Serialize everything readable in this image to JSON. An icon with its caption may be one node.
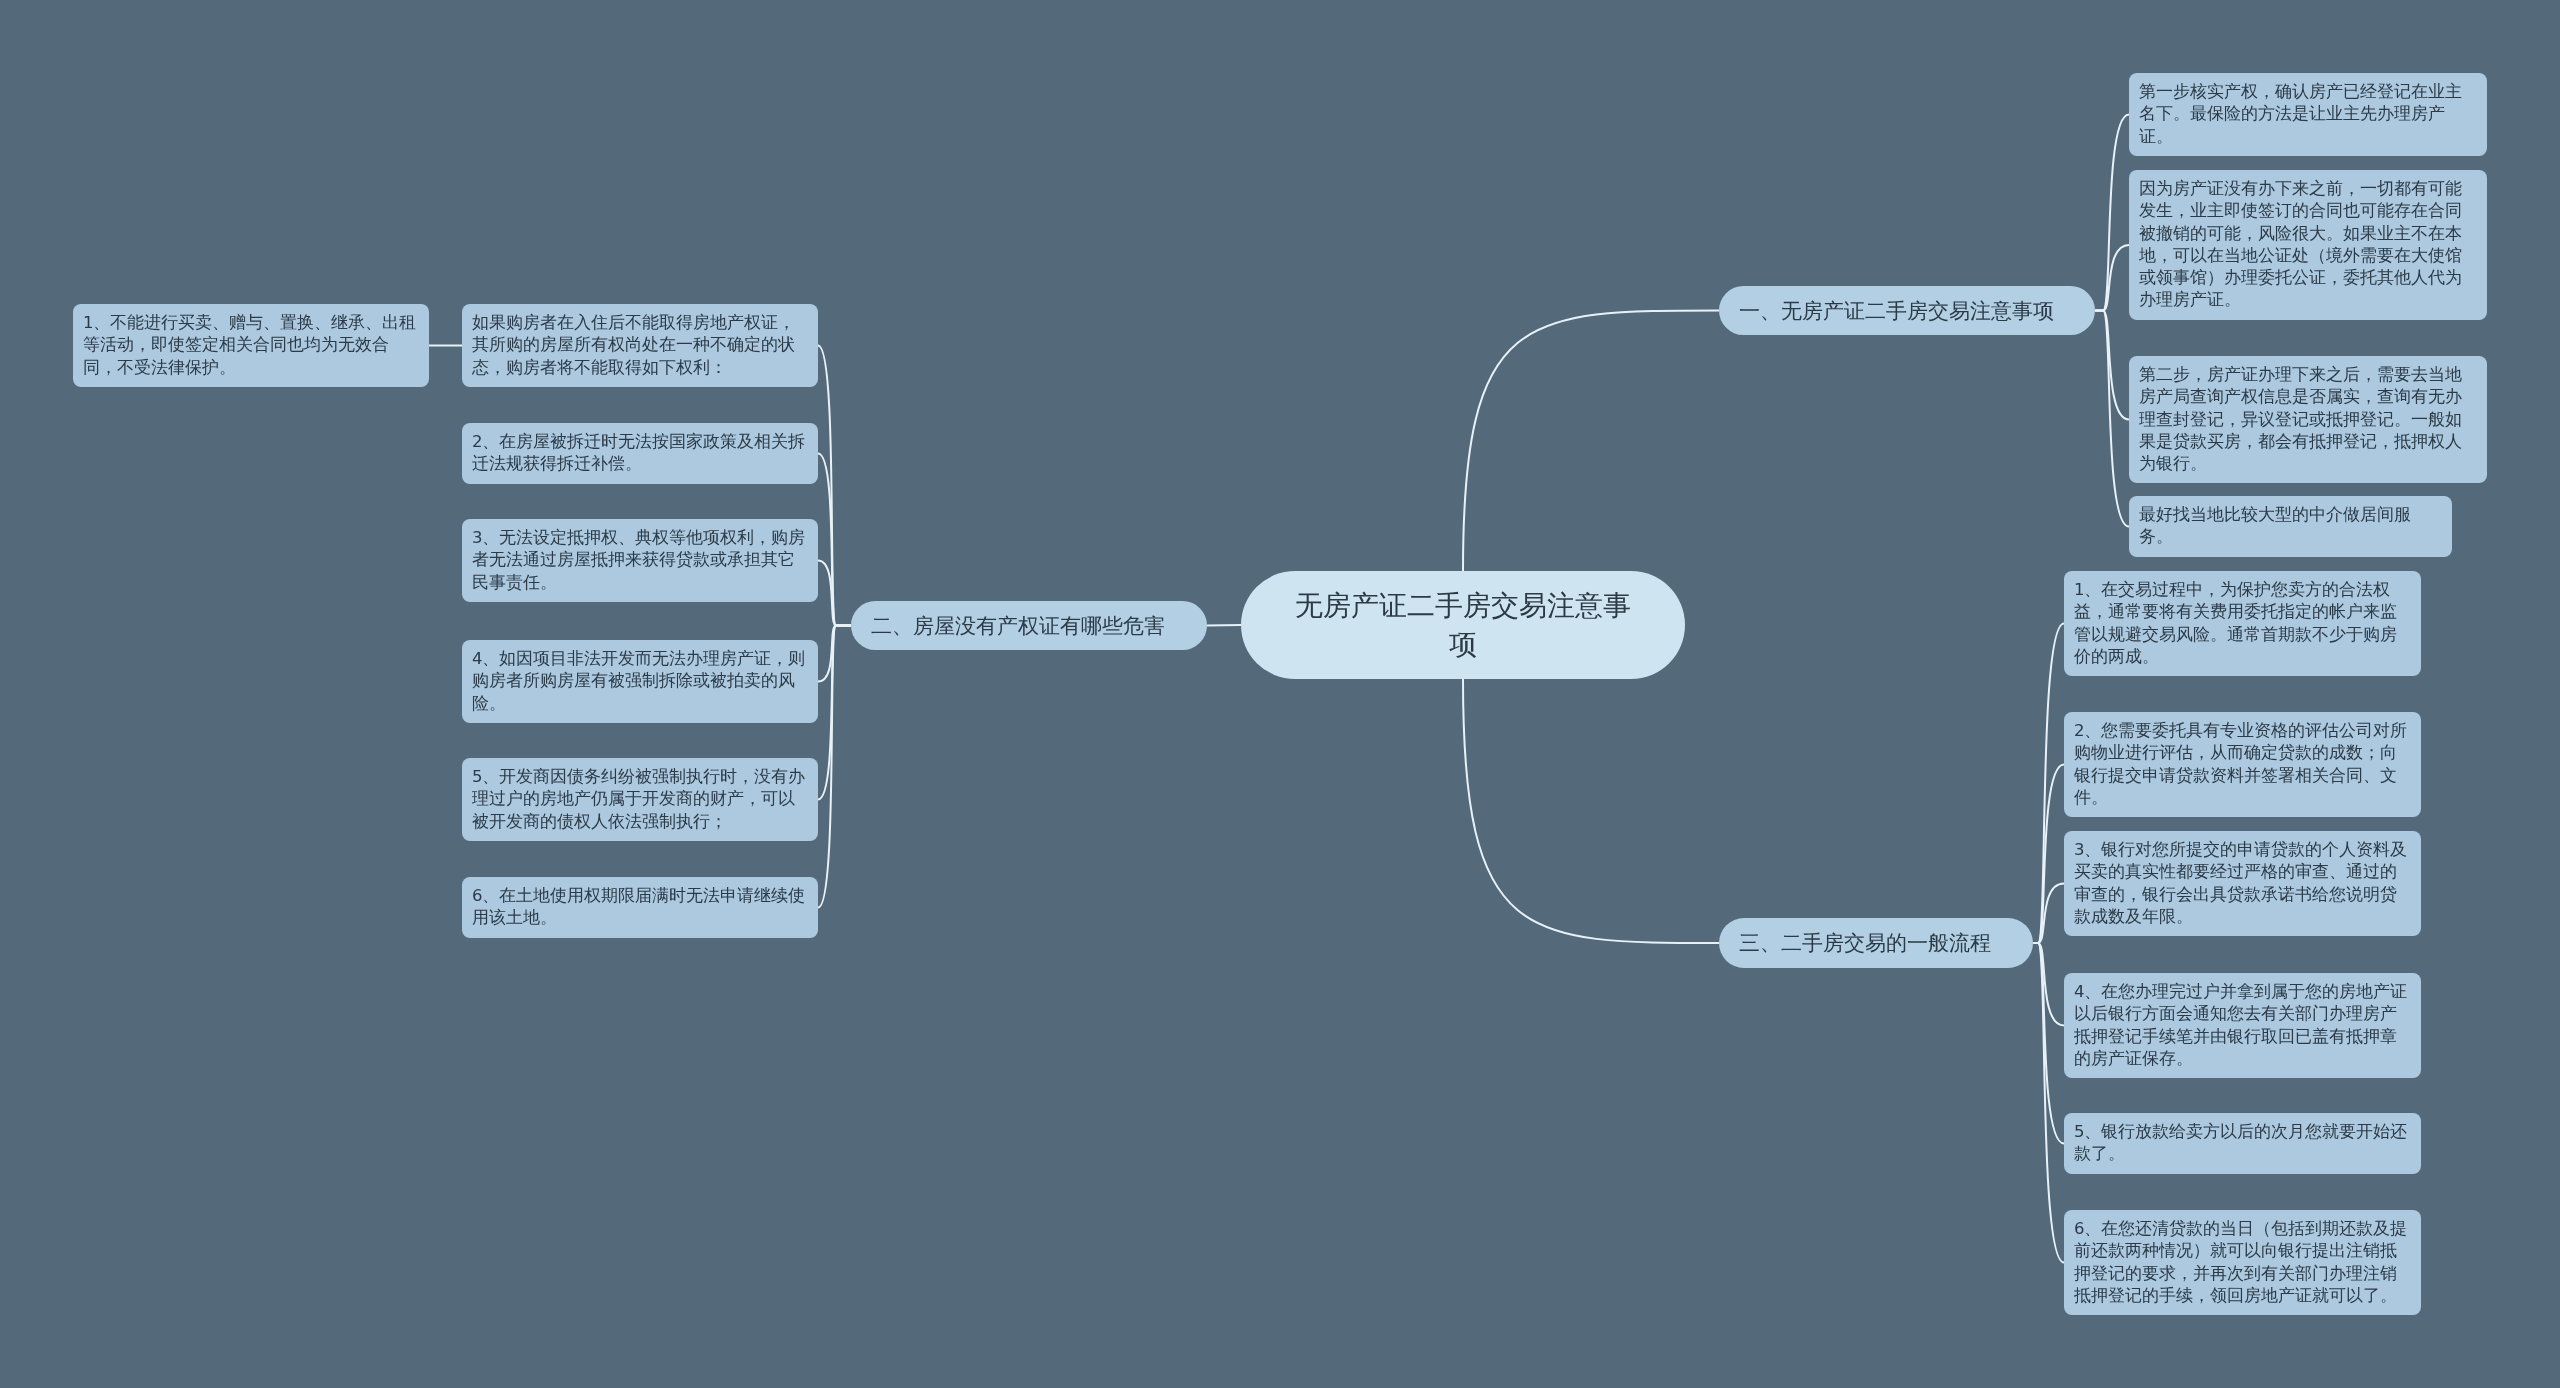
{
  "diagram": {
    "nodes": [
      {
        "text": [
          "无房产证二手房交易注意事项"
        ]
      },
      {
        "text": [
          "一、无房产证二手房交易注意事项"
        ]
      },
      {
        "text": [
          "第一步核实产权，确认房产已经登记在业主名下。最保险的方法是让业主先办理房产证。"
        ]
      },
      {
        "text": [
          "因为房产证没有办下来之前，一切都有可能发生，业主即使签订的合同也可能存在合同被撤销的可能，风险很大。如果业主不在本地，可以在当地公证处（境外需要在大使馆或领事馆）办理委托公证，委托其他人代为办理房产证。"
        ]
      },
      {
        "text": [
          "第二步，房产证办理下来之后，需要去当地房产局查询产权信息是否属实，查询有无办理查封登记，异议登记或抵押登记。一般如果是贷款买房，都会有抵押登记，抵押权人为银行。"
        ]
      },
      {
        "text": [
          "最好找当地比较大型的中介做居间服务。"
        ]
      },
      {
        "text": [
          "二、房屋没有产权证有哪些危害"
        ]
      },
      {
        "text": [
          "如果购房者在入住后不能取得房地产权证，其所购的房屋所有权尚处在一种不确定的状态，购房者将不能取得如下权利："
        ]
      },
      {
        "text": [
          "2、在房屋被拆迁时无法按国家政策及相关拆迁法规获得拆迁补偿。"
        ]
      },
      {
        "text": [
          "3、无法设定抵押权、典权等他项权利，购房者无法通过房屋抵押来获得贷款或承担其它民事责任。"
        ]
      },
      {
        "text": [
          "4、如因项目非法开发而无法办理房产证，则购房者所购房屋有被强制拆除或被拍卖的风险。"
        ]
      },
      {
        "text": [
          "5、开发商因债务纠纷被强制执行时，没有办理过户的房地产仍属于开发商的财产，可以被开发商的债权人依法强制执行；"
        ]
      },
      {
        "text": [
          "6、在土地使用权期限届满时无法申请继续使用该土地。"
        ]
      },
      {
        "text": [
          "1、不能进行买卖、赠与、置换、继承、出租等活动，即使签定相关合同也均为无效合同，不受法律保护。"
        ]
      },
      {
        "text": [
          "三、二手房交易的一般流程"
        ]
      },
      {
        "text": [
          "1、在交易过程中，为保护您卖方的合法权益，通常要将有关费用委托指定的帐户来监管以规避交易风险。通常首期款不少于购房价的两成。"
        ]
      },
      {
        "text": [
          "2、您需要委托具有专业资格的评估公司对所购物业进行评估，从而确定贷款的成数；向银行提交申请贷款资料并签署相关合同、文件。"
        ]
      },
      {
        "text": [
          "3、银行对您所提交的申请贷款的个人资料及买卖的真实性都要经过严格的审查、通过的审查的，银行会出具贷款承诺书给您说明贷款成数及年限。"
        ]
      },
      {
        "text": [
          "4、在您办理完过户并拿到属于您的房地产证以后银行方面会通知您去有关部门办理房产抵押登记手续笔并由银行取回已盖有抵押章的房产证保存。"
        ]
      },
      {
        "text": [
          "5、银行放款给卖方以后的次月您就要开始还款了。"
        ]
      },
      {
        "text": [
          "6、在您还清贷款的当日（包括到期还款及提前还款两种情况）就可以向银行提出注销抵押登记的要求，并再次到有关部门办理注销抵押登记的手续，领回房地产证就可以了。"
        ]
      }
    ],
    "edges": [
      {
        "from": 0,
        "to": 1,
        "arrow": "none"
      },
      {
        "from": 1,
        "to": 2,
        "arrow": "none"
      },
      {
        "from": 1,
        "to": 3,
        "arrow": "none"
      },
      {
        "from": 1,
        "to": 4,
        "arrow": "none"
      },
      {
        "from": 1,
        "to": 5,
        "arrow": "none"
      },
      {
        "from": 0,
        "to": 6,
        "arrow": "none"
      },
      {
        "from": 6,
        "to": 7,
        "arrow": "none"
      },
      {
        "from": 6,
        "to": 8,
        "arrow": "none"
      },
      {
        "from": 6,
        "to": 9,
        "arrow": "none"
      },
      {
        "from": 6,
        "to": 10,
        "arrow": "none"
      },
      {
        "from": 6,
        "to": 11,
        "arrow": "none"
      },
      {
        "from": 6,
        "to": 12,
        "arrow": "none"
      },
      {
        "from": 7,
        "to": 13,
        "arrow": "none"
      },
      {
        "from": 0,
        "to": 14,
        "arrow": "none"
      },
      {
        "from": 14,
        "to": 15,
        "arrow": "none"
      },
      {
        "from": 14,
        "to": 16,
        "arrow": "none"
      },
      {
        "from": 14,
        "to": 17,
        "arrow": "none"
      },
      {
        "from": 14,
        "to": 18,
        "arrow": "none"
      },
      {
        "from": 14,
        "to": 19,
        "arrow": "none"
      },
      {
        "from": 14,
        "to": 20,
        "arrow": "none"
      }
    ]
  }
}
